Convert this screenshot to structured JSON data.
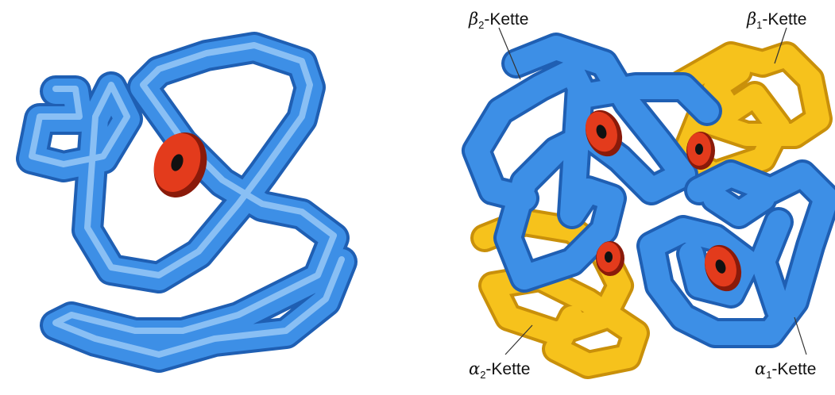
{
  "labels": {
    "beta2": {
      "greek": "β",
      "sub": "2",
      "text": "-Kette"
    },
    "beta1": {
      "greek": "β",
      "sub": "1",
      "text": "-Kette"
    },
    "alpha2": {
      "greek": "α",
      "sub": "2",
      "text": "-Kette"
    },
    "alpha1": {
      "greek": "α",
      "sub": "1",
      "text": "-Kette"
    }
  },
  "colors": {
    "blue_chain": "#3d8fe6",
    "blue_dark": "#1f5fb3",
    "blue_light": "#8cc3f5",
    "yellow_chain": "#f6c21c",
    "yellow_dark": "#c9900a",
    "heme": "#e33b1c",
    "heme_dark": "#8a1a0a",
    "background": "#ffffff"
  }
}
